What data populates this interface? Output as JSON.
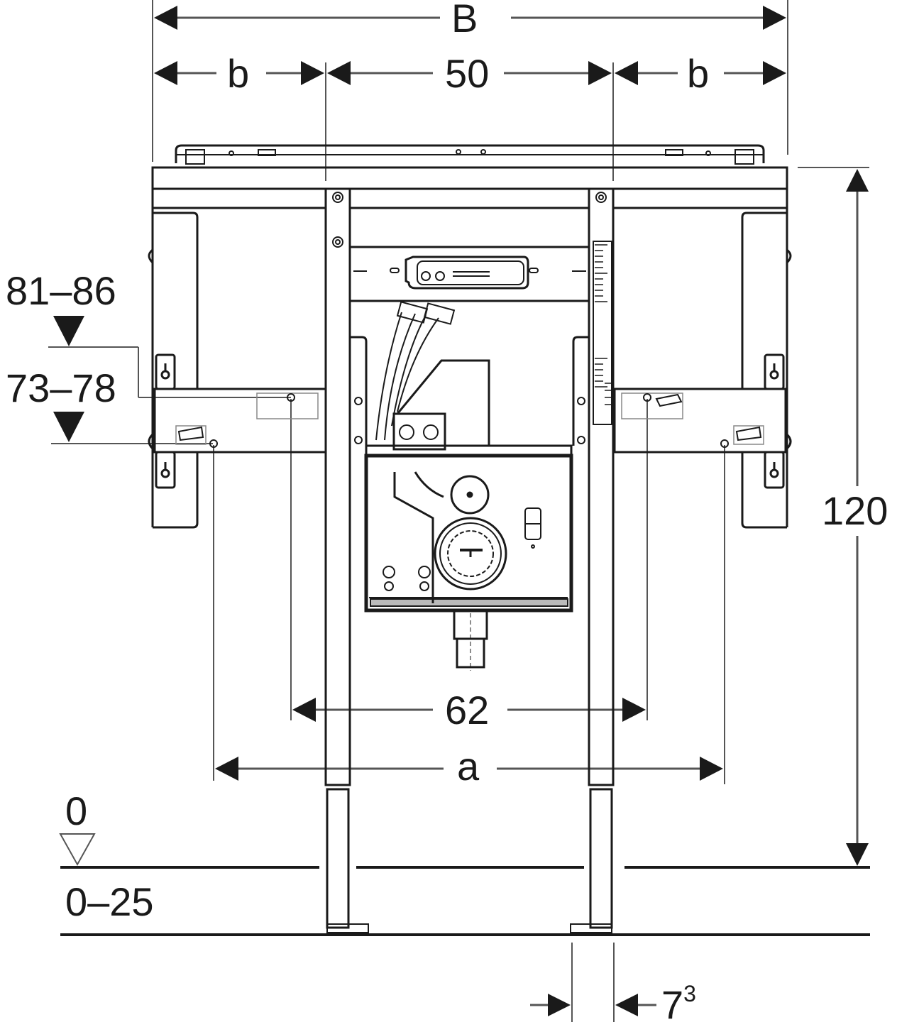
{
  "figure": {
    "type": "technical-dimension-drawing",
    "subject": "installation frame elevation with dimension annotations",
    "colors": {
      "line": "#1a1a1a",
      "dimension_line": "#555555",
      "background": "#ffffff"
    }
  },
  "dimensions": {
    "overall_width": {
      "label": "B"
    },
    "side_width_left": {
      "label": "b"
    },
    "center_width": {
      "label": "50"
    },
    "side_width_right": {
      "label": "b"
    },
    "height": {
      "label": "120"
    },
    "inner_spacing": {
      "label": "62"
    },
    "outer_spacing": {
      "label": "a"
    },
    "foot_offset": {
      "label": "7",
      "superscript": "3"
    }
  },
  "levels": {
    "upper_range": {
      "label": "81–86"
    },
    "lower_range": {
      "label": "73–78"
    },
    "floor_level": {
      "label": "0"
    },
    "floor_adjust": {
      "label": "0–25"
    }
  }
}
